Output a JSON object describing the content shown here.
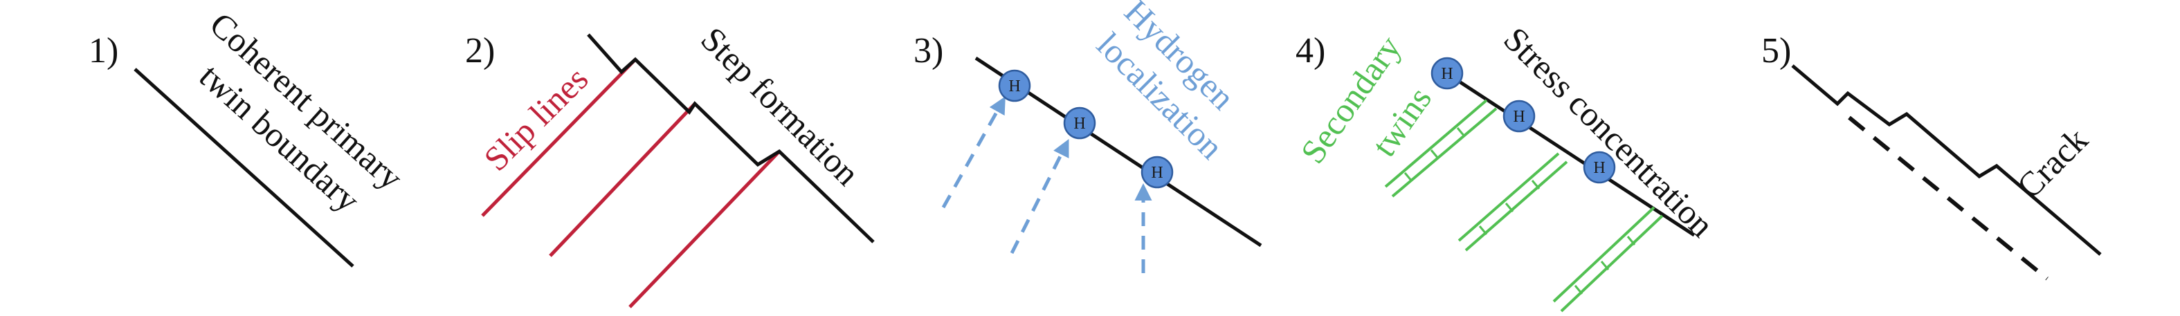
{
  "colors": {
    "black": "#111111",
    "slip": "#c0223a",
    "hydrogen_text": "#6e9fd6",
    "hydrogen_fill": "#5b8fd8",
    "hydrogen_stroke": "#2f5c9e",
    "arrow": "#6e9fd6",
    "twin": "#52c052"
  },
  "panels": [
    {
      "number": "1)",
      "labels": [
        "Coherent primary",
        "twin boundary"
      ]
    },
    {
      "number": "2)",
      "labels": [
        "Slip lines",
        "Step formation"
      ]
    },
    {
      "number": "3)",
      "labels": [
        "Hydrogen",
        "localization"
      ],
      "hydrogen_symbol": "H"
    },
    {
      "number": "4)",
      "labels": [
        "Secondary",
        "twins",
        "Stress concentration"
      ],
      "hydrogen_symbol": "H"
    },
    {
      "number": "5)",
      "labels": [
        "Crack"
      ]
    }
  ],
  "icons": [
    "hydrogen-atom-icon",
    "dashed-arrow-icon"
  ]
}
